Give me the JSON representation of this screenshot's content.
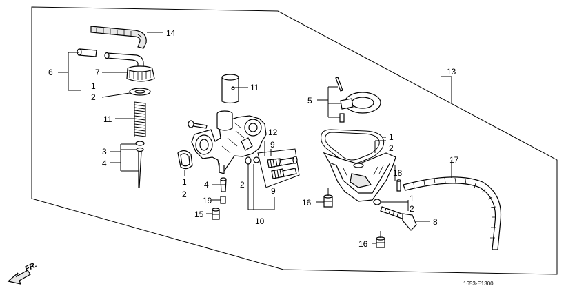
{
  "labels": {
    "p1a": "1",
    "p1b": "1",
    "p1c": "1",
    "p1d": "1",
    "p2a": "2",
    "p2b": "2",
    "p2c": "2",
    "p2d": "2",
    "p2e": "2",
    "p3": "3",
    "p4a": "4",
    "p4b": "4",
    "p5": "5",
    "p6": "6",
    "p7": "7",
    "p8": "8",
    "p9a": "9",
    "p9b": "9",
    "p10": "10",
    "p11a": "11",
    "p11b": "11",
    "p12": "12",
    "p13": "13",
    "p14": "14",
    "p15": "15",
    "p16a": "16",
    "p16b": "16",
    "p17": "17",
    "p18": "18",
    "p19": "19"
  },
  "direction_label": "FR.",
  "diagram_code": "1653-E1300"
}
